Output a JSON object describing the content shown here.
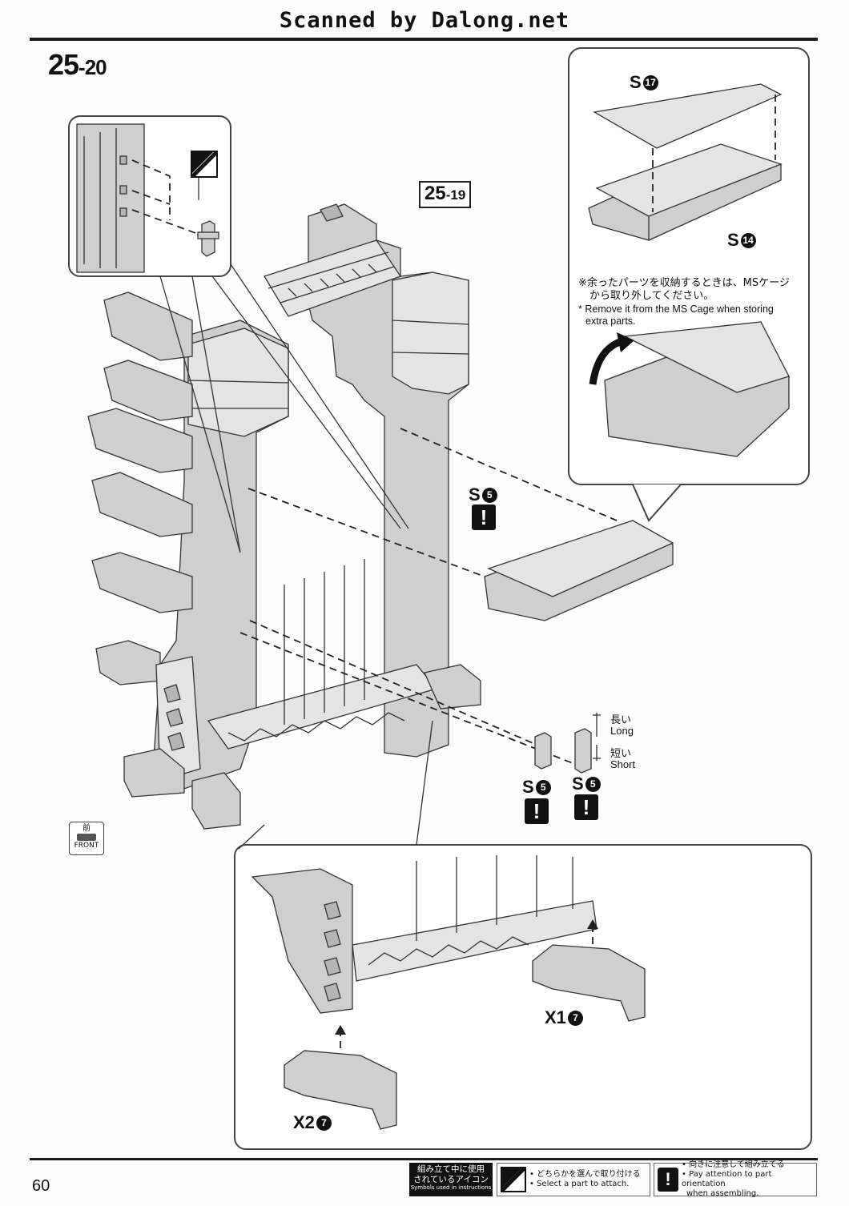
{
  "header": {
    "scan_credit": "Scanned by Dalong.net"
  },
  "page": {
    "number": "60"
  },
  "steps": {
    "main": {
      "major": "25",
      "minor": "-20"
    },
    "previous": {
      "major": "25",
      "minor": "-19"
    }
  },
  "parts": {
    "s17": {
      "letter": "S",
      "num": "17"
    },
    "s14": {
      "letter": "S",
      "num": "14"
    },
    "s5": {
      "letter": "S",
      "num": "5"
    },
    "x1": {
      "letter": "X1",
      "num": "7"
    },
    "x2": {
      "letter": "X2",
      "num": "7"
    }
  },
  "notes": {
    "storage_jp_line1": "※余ったパーツを収納するときは、MSケージ",
    "storage_jp_line2": "から取り外してください。",
    "storage_en_line1": "* Remove it from the MS Cage when storing",
    "storage_en_line2": "extra parts."
  },
  "length": {
    "long_jp": "長い",
    "long_en": "Long",
    "short_jp": "短い",
    "short_en": "Short"
  },
  "front_icon": {
    "jp": "前",
    "en": "FRONT"
  },
  "legend": {
    "title_line1": "組み立て中に使用",
    "title_line2": "されているアイコン",
    "title_en": "Symbols used in instructions",
    "choose_jp": "• どちらかを選んで取り付ける",
    "choose_en": "• Select a part to attach.",
    "attention_jp": "• 向きに注意して組み立てる",
    "attention_en_line1": "• Pay attention to part orientation",
    "attention_en_line2": "when assembling."
  },
  "icons": {
    "attention": "exclamation-icon",
    "choose": "select-one-icon",
    "arrow": "curved-arrow-icon"
  }
}
